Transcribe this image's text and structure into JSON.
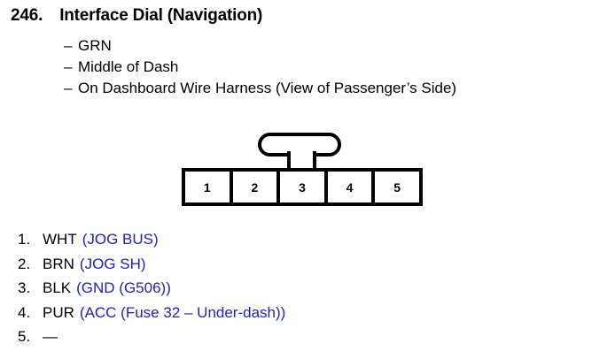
{
  "entry": {
    "number": "246.",
    "title": "Interface Dial (Navigation)",
    "bullet_glyph": "–",
    "attributes": [
      "GRN",
      "Middle of Dash",
      "On Dashboard Wire Harness (View of Passenger’s Side)"
    ]
  },
  "connector": {
    "pin_count": 5,
    "pin_labels": [
      "1",
      "2",
      "3",
      "4",
      "5"
    ],
    "latch_position": "top-center",
    "orientation": "View of Passenger’s Side"
  },
  "pinout": {
    "signal_color": "#2323b4",
    "text_color": "#000000",
    "rows": [
      {
        "index": "1.",
        "wire_color": "WHT",
        "signal": "(JOG BUS)"
      },
      {
        "index": "2.",
        "wire_color": "BRN",
        "signal": "(JOG SH)"
      },
      {
        "index": "3.",
        "wire_color": "BLK",
        "signal": "(GND (G506))"
      },
      {
        "index": "4.",
        "wire_color": "PUR",
        "signal": "(ACC (Fuse 32 – Under-dash))"
      },
      {
        "index": "5.",
        "wire_color": "—",
        "signal": ""
      }
    ]
  }
}
